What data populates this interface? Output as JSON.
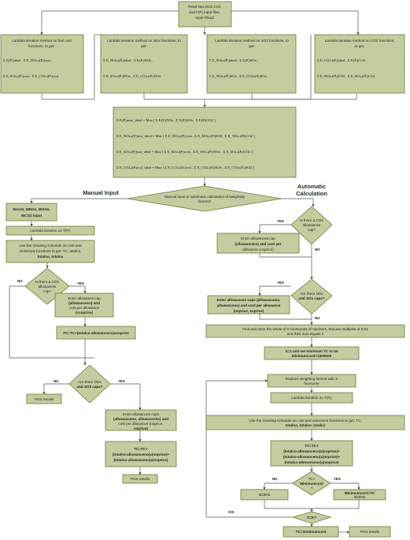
{
  "top": {
    "read_inputs": [
      "Read Nox,SO2,CO2",
      "and F(P) input files,",
      "Input Pload"
    ]
  },
  "lambda": [
    {
      "lines": [
        "Lambda iteration method on fuel cost",
        "functions, to get:",
        "Σ Fᵢ(Pᵢ)ideal , Σ E_NOx,i(Pᵢ)cost ,",
        "Σ E_SOx,i(Pᵢ)cost , Σ E_CO2,i(Pᵢ)cost"
      ]
    },
    {
      "lines": [
        "Lambda iteration method on NOx functions, to",
        "get:",
        "Σ E_NOx,i(Pᵢ)ideal , Σ Fᵢ(Pᵢ)NOx ,",
        "Σ E_SOx,i(Pᵢ)NOx , Σ E_CO2,i(Pᵢ)NOx"
      ]
    },
    {
      "lines": [
        "Lambda iteration method on SO2 functions, to",
        "get:",
        "Σ E_SOx,i(Pᵢ)ideal , Σ Fᵢ(Pᵢ)SOx ,",
        "Σ E_NOx,i(Pᵢ)SOx , Σ E_CO2,i(Pᵢ)SOx"
      ]
    },
    {
      "lines": [
        "Lambda iteration method on CO2 functions,",
        "to get:",
        "Σ E_CO2,i(Pᵢ)ideal , Σ Fᵢ(Pᵢ)CO2 ,",
        "Σ E_NOx,i(Pᵢ)CO2 , Σ E_SOx,i(Pᵢ)CO2"
      ]
    }
  ],
  "max_box": {
    "lines": [
      "Σ Fᵢ(Pᵢ)max_ideal = Max [ Σ Fᵢ(Pᵢ)NOx , Σ Fᵢ(Pᵢ)SOx , Σ Fᵢ(Pᵢ)CO2 ]",
      "Σ E_NOx,i(Pᵢ)nox_ideal = Max [ Σ E_NOx,i(Pᵢ)cost , Σ E_NOx,i(Pᵢ)SO2 , Σ E_NOx,i(Pᵢ)CO2 ]",
      "Σ E_SOx,i(Pᵢ)sox_ideal = Max [ Σ E_SOx,i(Pᵢ)cost , Σ E_SOx,i(Pᵢ)NOx , Σ E_SOx,i(Pᵢ)CO2 ]",
      "Σ E_CO2,i(Pᵢ)co2_ideal = Max [ Σ E_CO2,i(Pᵢ)cost , Σ E_CO2,i(Pᵢ)NOx , Σ E_CO2,i(Pᵢ)SO2 ]"
    ]
  },
  "headings": {
    "manual": "Manual Input",
    "automatic_1": "Automatic",
    "automatic_2": "Calculation"
  },
  "decision_main": [
    "Manual input or automatic calculation of weighting",
    "factors?"
  ],
  "manual": {
    "weights": [
      "Wcost, WNOx, WSOx,",
      "WCO2 input"
    ],
    "lambda": "Lambda iteration on T(Pᵢ)",
    "use": [
      "Use the resulting schedule on cost and",
      "emissions functions to get: TC, totalno,",
      "totalso, totalco"
    ],
    "q_co2": [
      "Is there a CO2",
      "allowances",
      "cap?"
    ],
    "enter_co2": [
      "Enter allowance cap",
      "(allowanceco) and",
      "cost per allowance",
      "(ccoprice)"
    ],
    "tc_co": "TC=TC+(totalco-allowanceco)xcoprice",
    "q_noso": [
      "Are there NOx",
      "and SO2 caps?"
    ],
    "print": "Print results",
    "enter_noso": [
      "Enter allowances caps",
      "(allowanceno, allowanceso) and",
      "cost per allowance (noprice,",
      "soprice)"
    ],
    "tc_noso": [
      "TC=TC+",
      "(totalno-allowanceno)x(noprice)+",
      "(totalso-allowanceso)x(soprice)"
    ],
    "print2": "Print results"
  },
  "auto": {
    "q_co2": [
      "Is there a CO2",
      "allowances",
      "cap?"
    ],
    "enter_co2": [
      "Enter allowances cap",
      "(allowanceco) and cost per",
      "allowance (coprice)"
    ],
    "q_noso": [
      "Are there NOx",
      "and SOx caps?"
    ],
    "enter_noso": [
      "Enter allowances caps (allowanceno,",
      "allowanceso) and cost per allowance",
      "(noprice, soprice)"
    ],
    "find": [
      "Find and store the whole of K foursomes of numbers, that are multiples of 0.01",
      "and their sum equals 1"
    ],
    "init": [
      "X=1 and set minimum TC to be",
      "Minimumcost=1000000"
    ],
    "replace": [
      "Replace weighting factors with X",
      "foursome"
    ],
    "lambda": "Lambda iteration on T(Pᵢ)",
    "use": [
      "Use the resulting schedule on cost and emissions functions to get: TC,",
      "totalno, totalso, totalco"
    ],
    "tc": [
      "TC=TC+",
      "(totalco-allowanceco)x(coprice)+",
      "(totalno-allowanceno)x(noprice)+",
      "(totalso-allowanceso)x(soprice)"
    ],
    "q_min": [
      "TC<",
      "Minimumcost",
      "?"
    ],
    "x_inc": "X=X+1",
    "min_set": [
      "Minimumcost=TC",
      "X=X+1"
    ],
    "q_k": "X=K?",
    "tc_min": "TC=minimumcost",
    "print": "Print results"
  },
  "labels": {
    "yes": "YES",
    "no": "NO",
    "oxi": "OXI"
  }
}
